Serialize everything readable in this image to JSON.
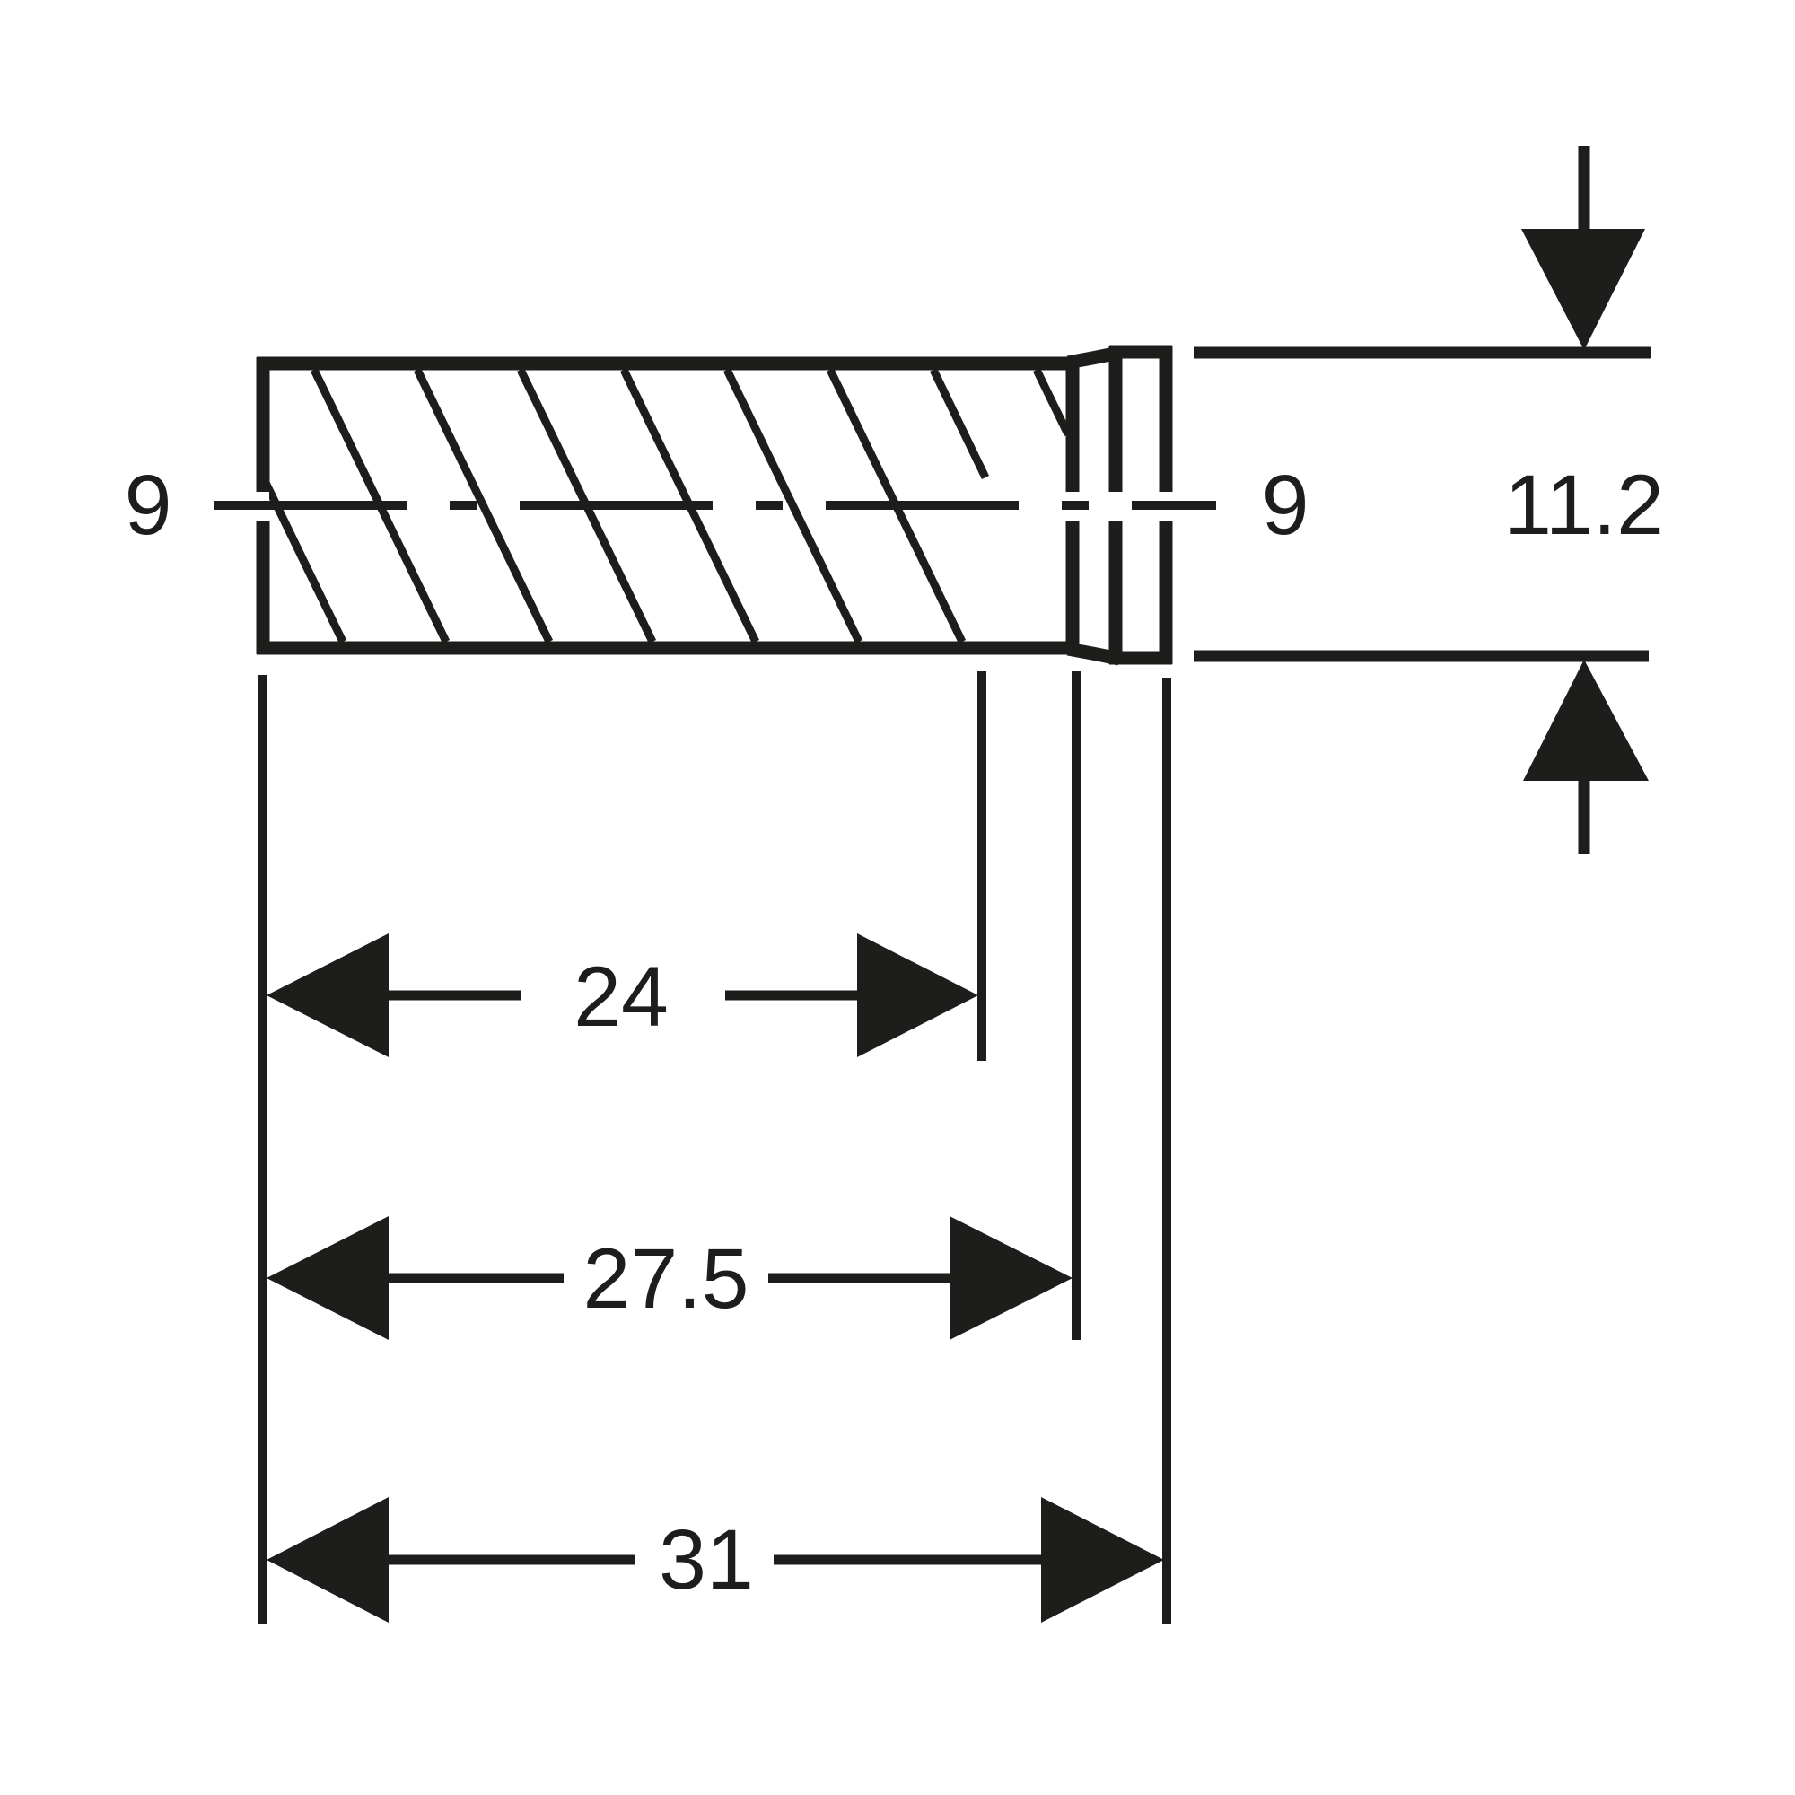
{
  "drawing": {
    "kind": "technical-dimension-drawing",
    "colors": {
      "ink": "#1d1d1b",
      "background": "#ffffff"
    },
    "labels": {
      "diameter_left": "9",
      "diameter_right": "9",
      "diameter_flange": "11.2",
      "length_body": "24",
      "length_to_flange": "27.5",
      "length_total": "31"
    }
  }
}
